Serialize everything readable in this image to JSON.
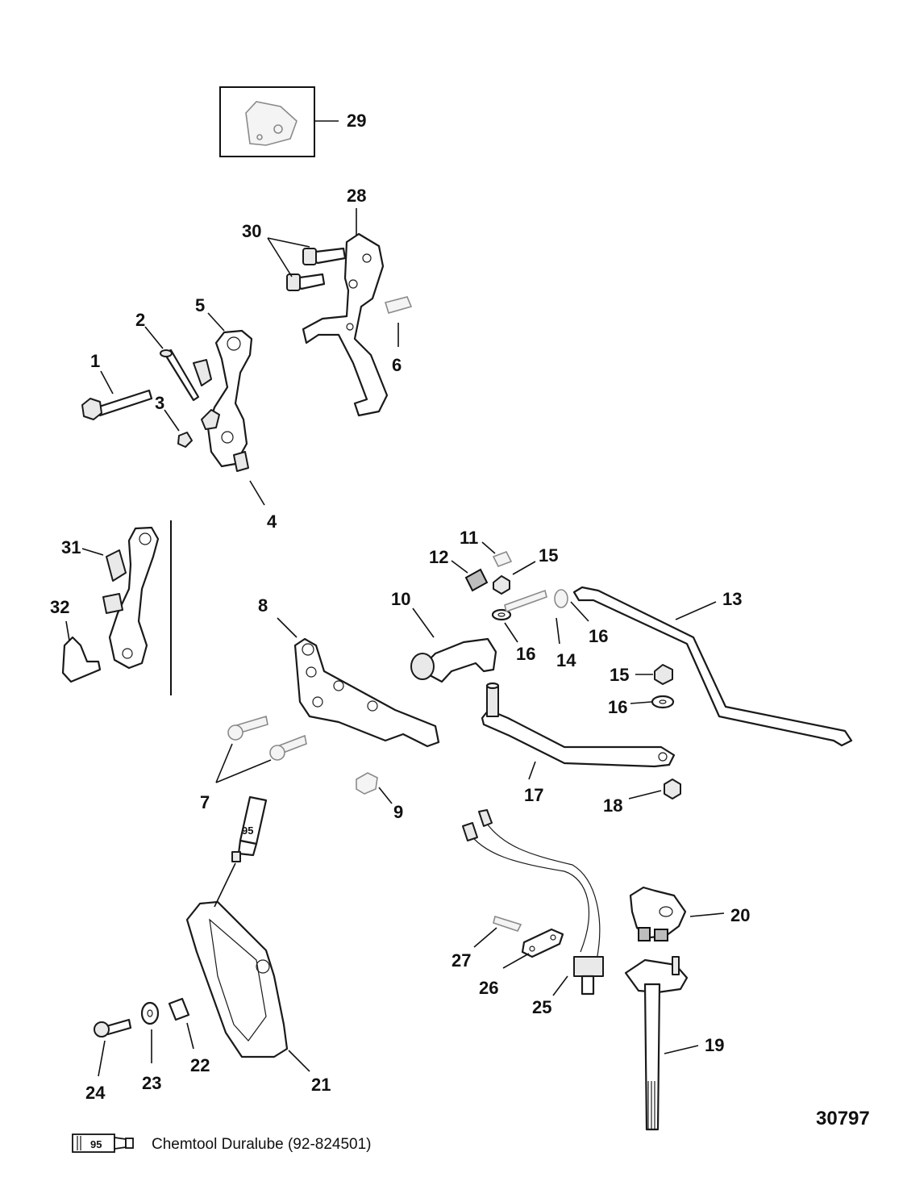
{
  "document_number": "30797",
  "legend": {
    "icon_label": "95",
    "text": "Chemtool Duralube (92-824501)"
  },
  "tube_label": "95",
  "callouts": {
    "c1": "1",
    "c2": "2",
    "c3": "3",
    "c4": "4",
    "c5": "5",
    "c6": "6",
    "c7": "7",
    "c8": "8",
    "c9": "9",
    "c10": "10",
    "c11": "11",
    "c12": "12",
    "c13": "13",
    "c14": "14",
    "c15a": "15",
    "c15b": "15",
    "c16a": "16",
    "c16b": "16",
    "c16c": "16",
    "c17": "17",
    "c18": "18",
    "c19": "19",
    "c20": "20",
    "c21": "21",
    "c22": "22",
    "c23": "23",
    "c24": "24",
    "c25": "25",
    "c26": "26",
    "c27": "27",
    "c28": "28",
    "c29": "29",
    "c30": "30",
    "c31": "31",
    "c32": "32"
  }
}
